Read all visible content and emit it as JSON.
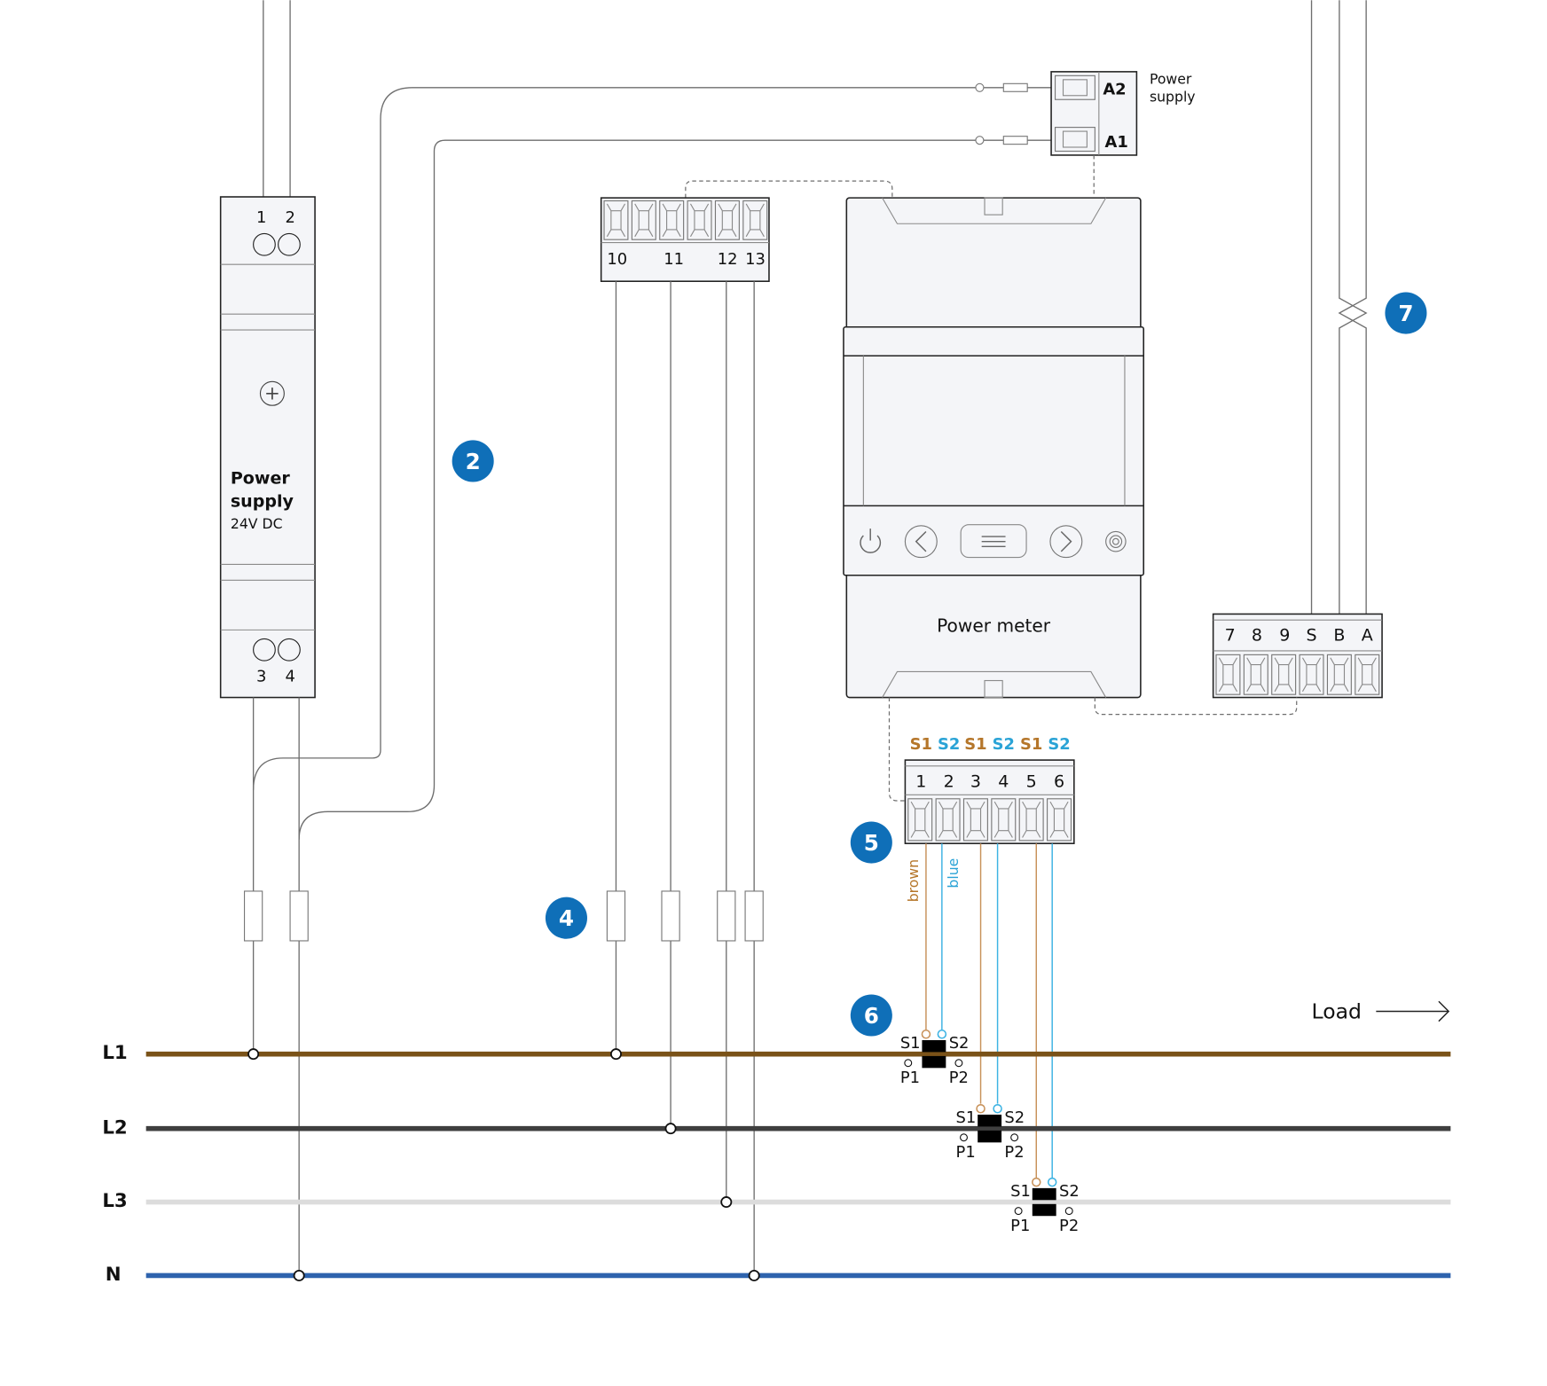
{
  "colors": {
    "L1": "#7a5218",
    "L2": "#3f3f3f",
    "L3": "#dcdcdc",
    "N": "#2e63ad",
    "brown_wire": "#c8925a",
    "blue_wire": "#3db3e3",
    "badge": "#0f6fb8",
    "s1_label": "#b5762a",
    "s2_label": "#2aa3d6"
  },
  "power_supply_relay": {
    "label_line1": "Power",
    "label_line2": "supply",
    "terminals": [
      "A2",
      "A1"
    ]
  },
  "psu_24v": {
    "title_line1": "Power",
    "title_line2": "supply",
    "rating": "24V DC",
    "top_terminals": [
      "1",
      "2"
    ],
    "bottom_terminals": [
      "3",
      "4"
    ]
  },
  "voltage_terminal_block": {
    "labels": [
      "10",
      "11",
      "12",
      "13"
    ]
  },
  "power_meter": {
    "label": "Power meter",
    "buttons": [
      "power-icon",
      "chevron-left-icon",
      "menu-icon",
      "chevron-right-icon",
      "target-icon"
    ]
  },
  "comm_terminal_block": {
    "labels": [
      "7",
      "8",
      "9",
      "S",
      "B",
      "A"
    ]
  },
  "ct_terminal_block": {
    "signal_labels": [
      "S1",
      "S2",
      "S1",
      "S2",
      "S1",
      "S2"
    ],
    "labels": [
      "1",
      "2",
      "3",
      "4",
      "5",
      "6"
    ],
    "wire_labels": [
      "brown",
      "blue"
    ]
  },
  "current_transformers": [
    {
      "phase": "L1",
      "s1": "S1",
      "s2": "S2",
      "p1": "P1",
      "p2": "P2"
    },
    {
      "phase": "L2",
      "s1": "S1",
      "s2": "S2",
      "p1": "P1",
      "p2": "P2"
    },
    {
      "phase": "L3",
      "s1": "S1",
      "s2": "S2",
      "p1": "P1",
      "p2": "P2"
    }
  ],
  "bus_lines": [
    "L1",
    "L2",
    "L3",
    "N"
  ],
  "load_label": "Load",
  "badges": [
    "2",
    "4",
    "5",
    "6",
    "7"
  ]
}
